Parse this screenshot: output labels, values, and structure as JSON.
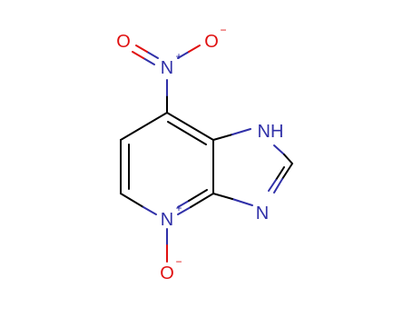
{
  "molecule": {
    "atoms": {
      "o_nitro_left": "O",
      "n_nitro": "N",
      "o_nitro_right": "O",
      "n_h": "NH",
      "n_imine": "N",
      "n_pyridine": "N",
      "o_oxide": "O"
    },
    "charges": {
      "n_nitro": "+",
      "o_nitro_right": "−",
      "n_pyridine": "+",
      "o_oxide": "−"
    }
  },
  "colors": {
    "bond": "#000000",
    "nitrogen": "#3030a8",
    "oxygen": "#e01010",
    "background": "#ffffff"
  }
}
